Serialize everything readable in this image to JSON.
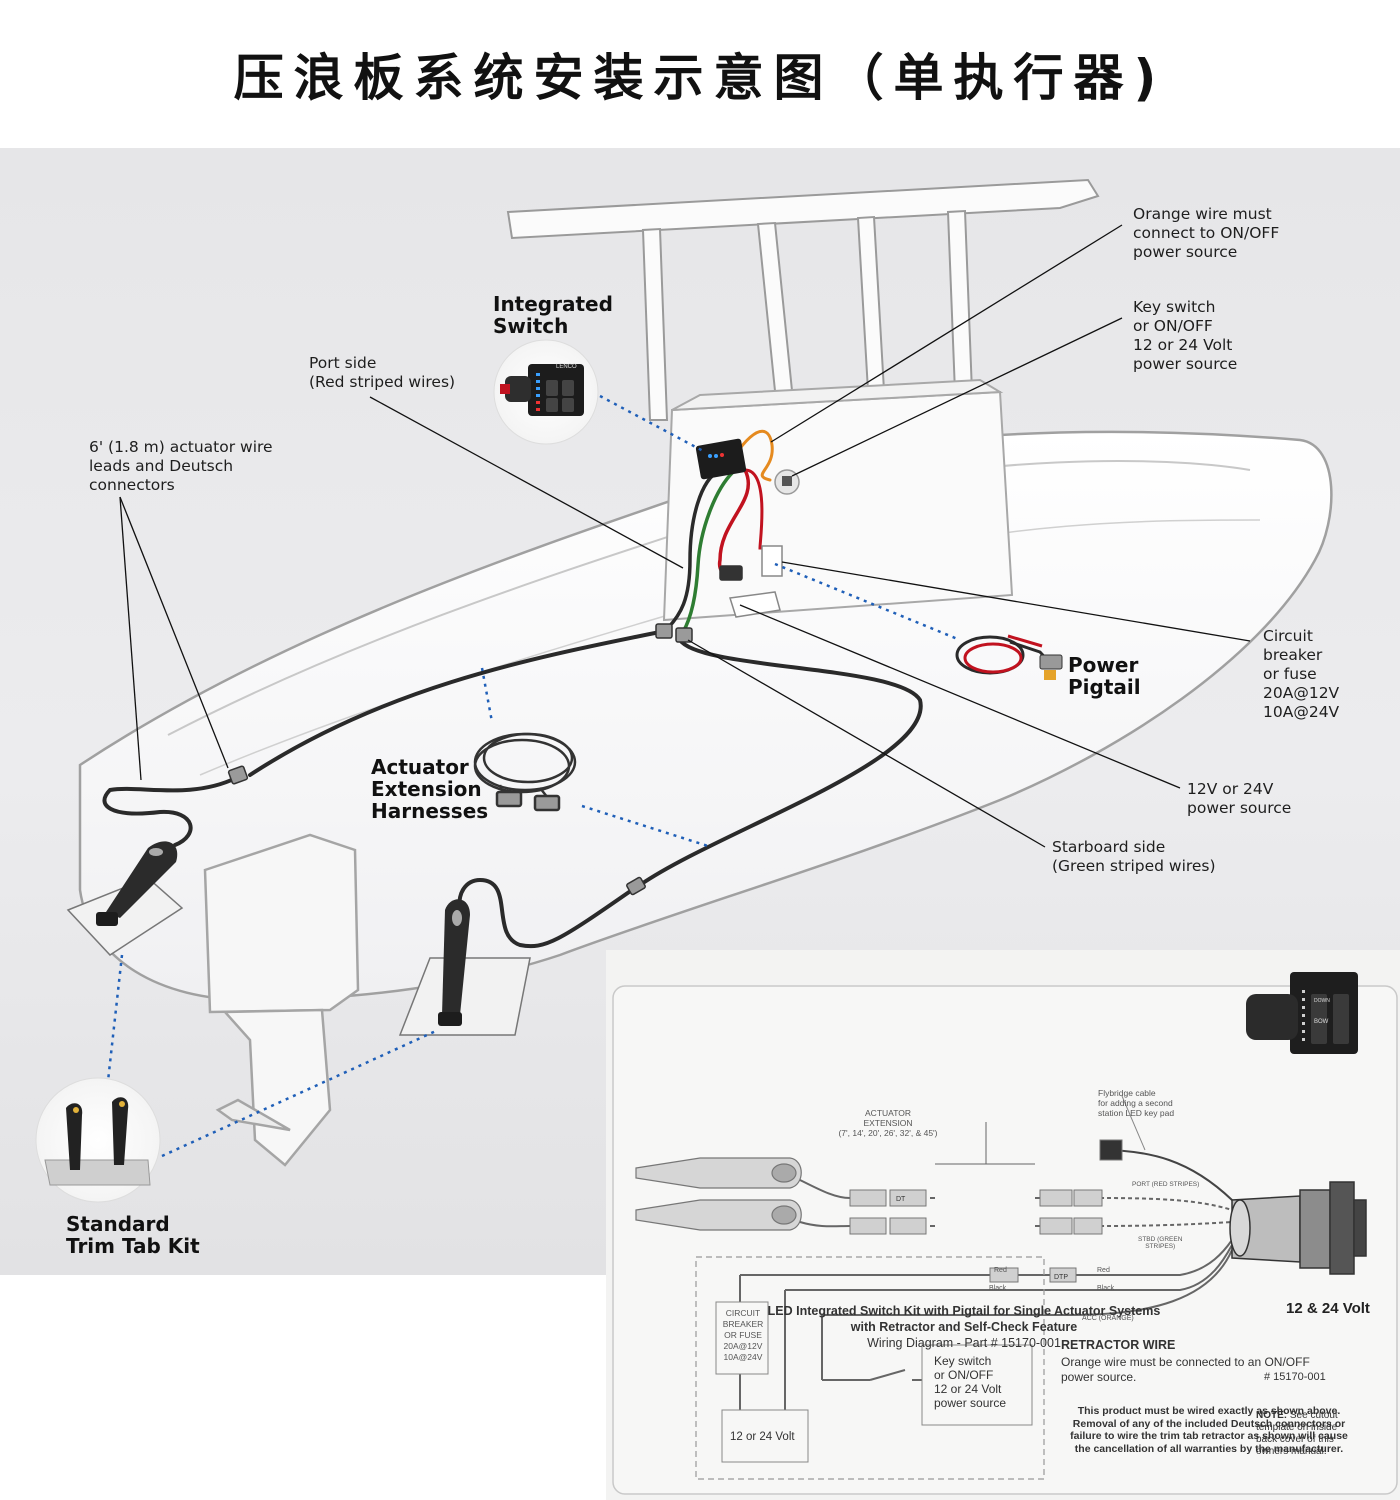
{
  "title": "压浪板系统安装示意图（单执行器)",
  "labels": {
    "orange_wire": "Orange wire must\nconnect to ON/OFF\npower source",
    "key_switch": "Key switch\nor ON/OFF\n12 or 24 Volt\npower source",
    "integrated_switch": "Integrated\nSwitch",
    "port_side": "Port side\n(Red striped wires)",
    "actuator_leads": "6' (1.8 m) actuator wire\nleads and Deutsch\nconnectors",
    "circuit_breaker": "Circuit\nbreaker\nor fuse\n20A@12V\n10A@24V",
    "power_pigtail": "Power\nPigtail",
    "actuator_ext": "Actuator\nExtension\nHarnesses",
    "power_source": "12V or 24V\npower source",
    "starboard_side": "Starboard side\n(Green striped wires)",
    "trim_tab_kit": "Standard\nTrim Tab Kit"
  },
  "switch_brand": "LENCO",
  "manual": {
    "title_line1": "LED Integrated Switch Kit with Pigtail for Single Actuator Systems",
    "title_line2": "with Retractor and Self-Check Feature",
    "subtitle": "Wiring Diagram - Part # 15170-001",
    "part_number": "# 15170-001",
    "note_bold": "NOTE:",
    "note": " See cutout\ntemplate on inside\nback cover of this\nowners manual.",
    "flybridge": "Flybridge cable\nfor adding a second\nstation LED key pad",
    "actuator_extension": "ACTUATOR\nEXTENSION\n(7', 14', 20', 26', 32', & 45')",
    "port_stripes": "PORT (RED STRIPES)",
    "stbd_stripes": "STBD (GREEN\nSTRIPES)",
    "red": "Red",
    "black": "Black",
    "acc_orange": "ACC (ORANGE)",
    "breaker": "CIRCUIT\nBREAKER\nOR FUSE\n20A@12V\n10A@24V",
    "key_switch": "Key switch\nor ON/OFF\n12 or 24 Volt\npower source",
    "battery": "12 or 24 Volt",
    "voltage": "12 & 24 Volt",
    "retractor_title": "RETRACTOR WIRE",
    "retractor_text": "Orange wire must be connected to an ON/OFF\npower source.",
    "warning": "This product must be wired exactly as shown above.\nRemoval of any of the included Deutsch connectors or\nfailure to wire the trim tab retractor as shown will cause\nthe cancellation of all warranties by the manufacturer.",
    "switch_down": "DOWN",
    "switch_bow": "BOW",
    "connector_dt": "DT",
    "connector_dtp": "DTP"
  },
  "colors": {
    "background": "#e8e8ea",
    "boat_fill": "#fbfbfb",
    "dotted_leader": "#1f5fb8",
    "red_wire": "#c1121f",
    "orange_wire": "#e58a1f",
    "green_wire": "#2e7d32",
    "cable": "#2a2a2a"
  },
  "icons": [
    "integrated-switch-photo",
    "power-pigtail-photo",
    "extension-harness-photo",
    "trim-tab-kit-photo",
    "trim-tab-actuator",
    "outboard-motor",
    "key-switch",
    "circuit-breaker",
    "battery"
  ]
}
